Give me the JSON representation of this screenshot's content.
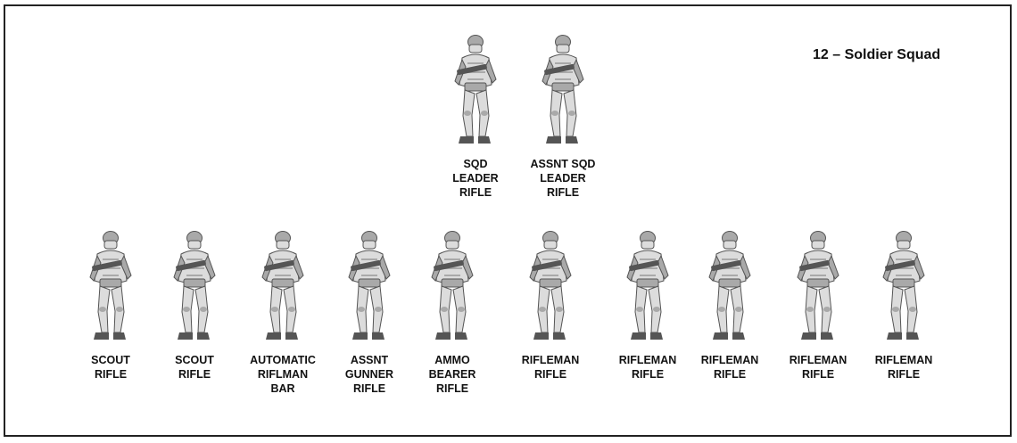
{
  "title": "12 – Soldier Squad",
  "colors": {
    "border": "#222222",
    "figure_light": "#dcdcdc",
    "figure_mid": "#a9a9a9",
    "figure_dark": "#555555"
  },
  "icon": "soldier-icon",
  "leaders": [
    {
      "lines": [
        "SQD",
        "LEADER",
        "RIFLE"
      ]
    },
    {
      "lines": [
        "ASSNT SQD",
        "LEADER",
        "RIFLE"
      ]
    }
  ],
  "squad": [
    {
      "lines": [
        "SCOUT",
        "RIFLE"
      ]
    },
    {
      "lines": [
        "SCOUT",
        "RIFLE"
      ]
    },
    {
      "lines": [
        "AUTOMATIC",
        "RIFLMAN",
        "BAR"
      ]
    },
    {
      "lines": [
        "ASSNT",
        "GUNNER",
        "RIFLE"
      ]
    },
    {
      "lines": [
        "AMMO",
        "BEARER",
        "RIFLE"
      ]
    },
    {
      "lines": [
        "RIFLEMAN",
        "RIFLE"
      ]
    },
    {
      "lines": [
        "RIFLEMAN",
        "RIFLE"
      ]
    },
    {
      "lines": [
        "RIFLEMAN",
        "RIFLE"
      ]
    },
    {
      "lines": [
        "RIFLEMAN",
        "RIFLE"
      ]
    },
    {
      "lines": [
        "RIFLEMAN",
        "RIFLE"
      ]
    }
  ]
}
